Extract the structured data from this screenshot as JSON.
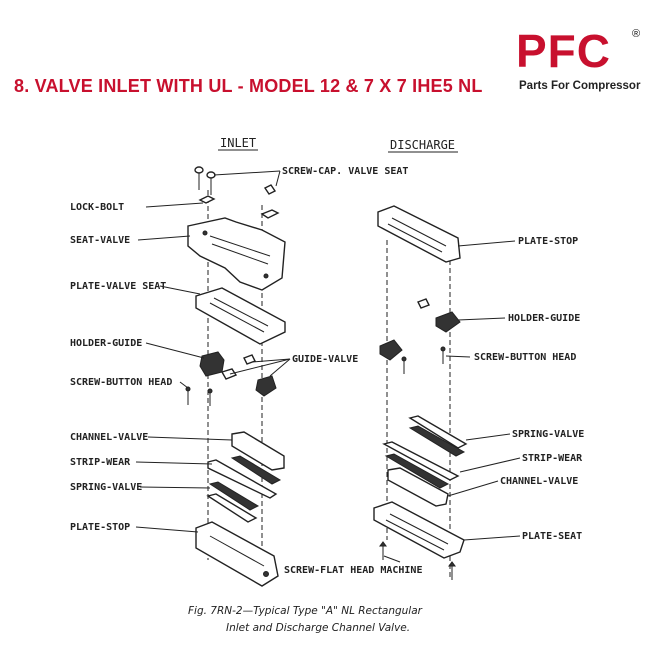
{
  "header": {
    "title": "8. VALVE INLET WITH UL - MODEL 12 & 7 X 7 IHE5 NL"
  },
  "logo": {
    "brand": "PFC",
    "registered_mark": "®",
    "tagline": "Parts For Compressor"
  },
  "diagram": {
    "inlet_heading": "INLET",
    "discharge_heading": "DISCHARGE",
    "labels": {
      "screw_cap_valve_seat": "SCREW-CAP. VALVE SEAT",
      "lock_bolt": "LOCK-BOLT",
      "seat_valve": "SEAT-VALVE",
      "plate_valve_seat": "PLATE-VALVE SEAT",
      "holder_guide_inlet": "HOLDER-GUIDE",
      "screw_button_head_inlet": "SCREW-BUTTON HEAD",
      "guide_valve": "GUIDE-VALVE",
      "channel_valve_inlet": "CHANNEL-VALVE",
      "strip_wear_inlet": "STRIP-WEAR",
      "spring_valve_inlet": "SPRING-VALVE",
      "plate_stop_inlet": "PLATE-STOP",
      "plate_stop_discharge": "PLATE-STOP",
      "holder_guide_discharge": "HOLDER-GUIDE",
      "screw_button_head_discharge": "SCREW-BUTTON HEAD",
      "spring_valve_discharge": "SPRING-VALVE",
      "strip_wear_discharge": "STRIP-WEAR",
      "channel_valve_discharge": "CHANNEL-VALVE",
      "plate_seat": "PLATE-SEAT",
      "screw_flat_head_machine": "SCREW-FLAT HEAD MACHINE"
    },
    "caption_line1": "Fig. 7RN-2—Typical Type \"A\" NL Rectangular",
    "caption_line2": "Inlet and Discharge Channel Valve."
  },
  "colors": {
    "brand_red": "#c8102e",
    "line": "#222222",
    "background": "#ffffff"
  }
}
